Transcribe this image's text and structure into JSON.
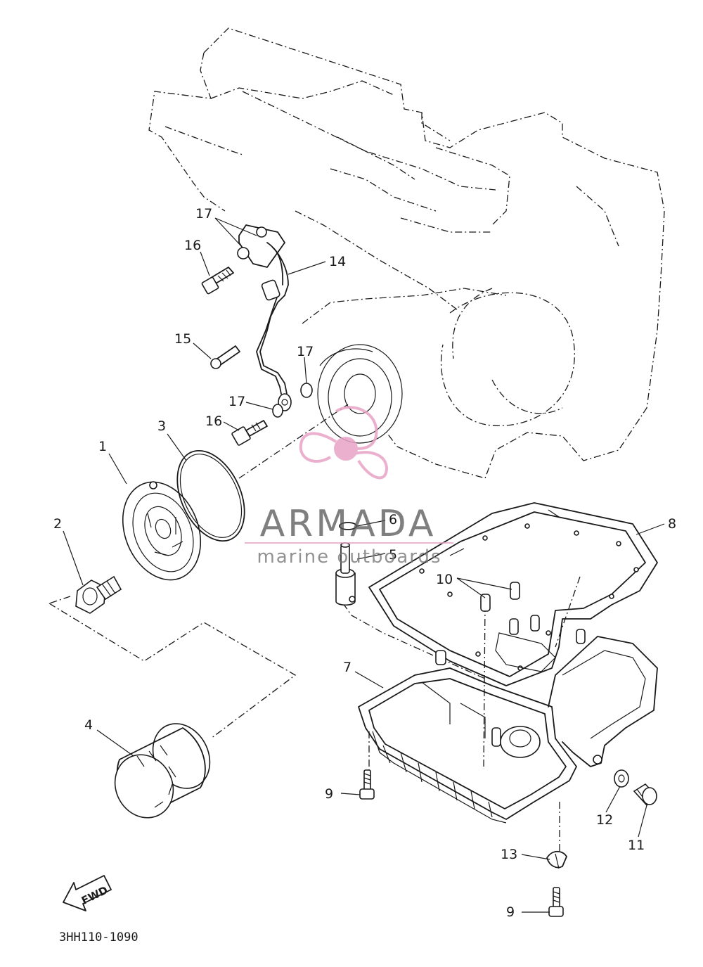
{
  "diagram_code": "3HH110-1090",
  "fwd_label": "FWD",
  "watermark": {
    "brand": "ARMADA",
    "tagline": "marine outboards",
    "logo_color": "#e8a3c6",
    "text_color": "#555555"
  },
  "callouts": {
    "c1": "1",
    "c2": "2",
    "c3": "3",
    "c4": "4",
    "c5": "5",
    "c6": "6",
    "c7": "7",
    "c8": "8",
    "c9a": "9",
    "c9b": "9",
    "c10": "10",
    "c11": "11",
    "c12": "12",
    "c13": "13",
    "c14": "14",
    "c15": "15",
    "c16a": "16",
    "c16b": "16",
    "c17a": "17",
    "c17b": "17",
    "c17c": "17"
  }
}
